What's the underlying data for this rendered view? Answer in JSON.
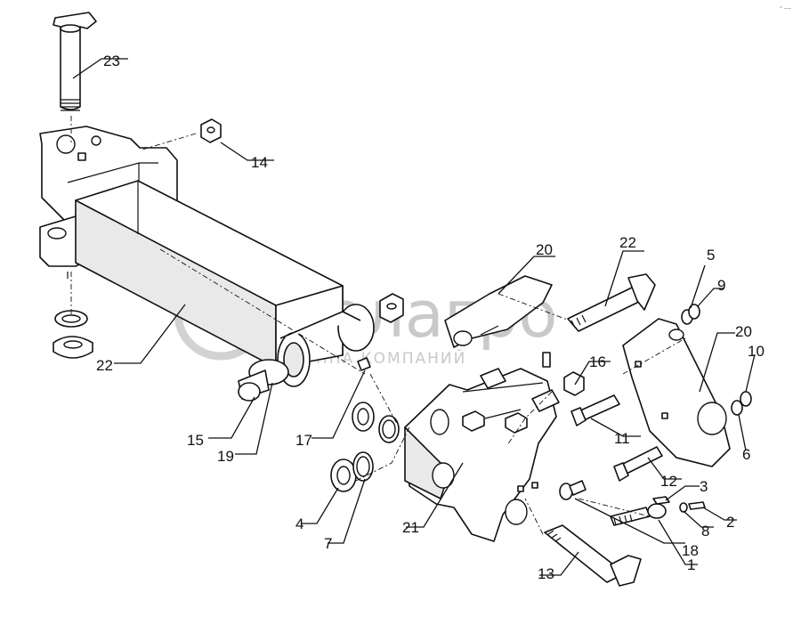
{
  "watermark": {
    "brand": "белагро",
    "subtitle": "ГРУППА КОМПАНИЙ"
  },
  "corner_mark": "° −−",
  "callouts": [
    {
      "id": "23",
      "label": "23"
    },
    {
      "id": "14",
      "label": "14"
    },
    {
      "id": "22a",
      "label": "22"
    },
    {
      "id": "15",
      "label": "15"
    },
    {
      "id": "19",
      "label": "19"
    },
    {
      "id": "17",
      "label": "17"
    },
    {
      "id": "4",
      "label": "4"
    },
    {
      "id": "7",
      "label": "7"
    },
    {
      "id": "21",
      "label": "21"
    },
    {
      "id": "20a",
      "label": "20"
    },
    {
      "id": "22b",
      "label": "22"
    },
    {
      "id": "16",
      "label": "16"
    },
    {
      "id": "11",
      "label": "11"
    },
    {
      "id": "5",
      "label": "5"
    },
    {
      "id": "9",
      "label": "9"
    },
    {
      "id": "20b",
      "label": "20"
    },
    {
      "id": "10",
      "label": "10"
    },
    {
      "id": "6",
      "label": "6"
    },
    {
      "id": "12",
      "label": "12"
    },
    {
      "id": "3",
      "label": "3"
    },
    {
      "id": "8",
      "label": "8"
    },
    {
      "id": "2",
      "label": "2"
    },
    {
      "id": "18",
      "label": "18"
    },
    {
      "id": "1",
      "label": "1"
    },
    {
      "id": "13",
      "label": "13"
    }
  ]
}
